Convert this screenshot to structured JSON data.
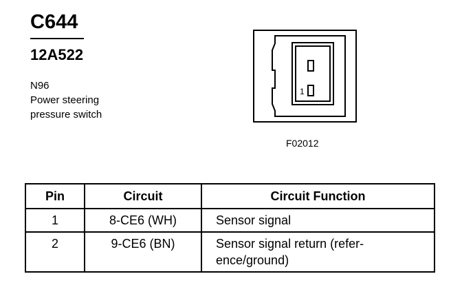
{
  "header": {
    "connector_id": "C644",
    "part_number": "12A522",
    "component_code": "N96",
    "component_desc_line1": "Power steering",
    "component_desc_line2": "pressure switch"
  },
  "figure": {
    "figure_id": "F02012",
    "pin_label": "1"
  },
  "table": {
    "headers": [
      "Pin",
      "Circuit",
      "Circuit Function"
    ],
    "rows": [
      {
        "pin": "1",
        "circuit": "8-CE6 (WH)",
        "function": "Sensor signal"
      },
      {
        "pin": "2",
        "circuit": "9-CE6 (BN)",
        "function": "Sensor signal return (refer-ence/ground)"
      }
    ]
  }
}
